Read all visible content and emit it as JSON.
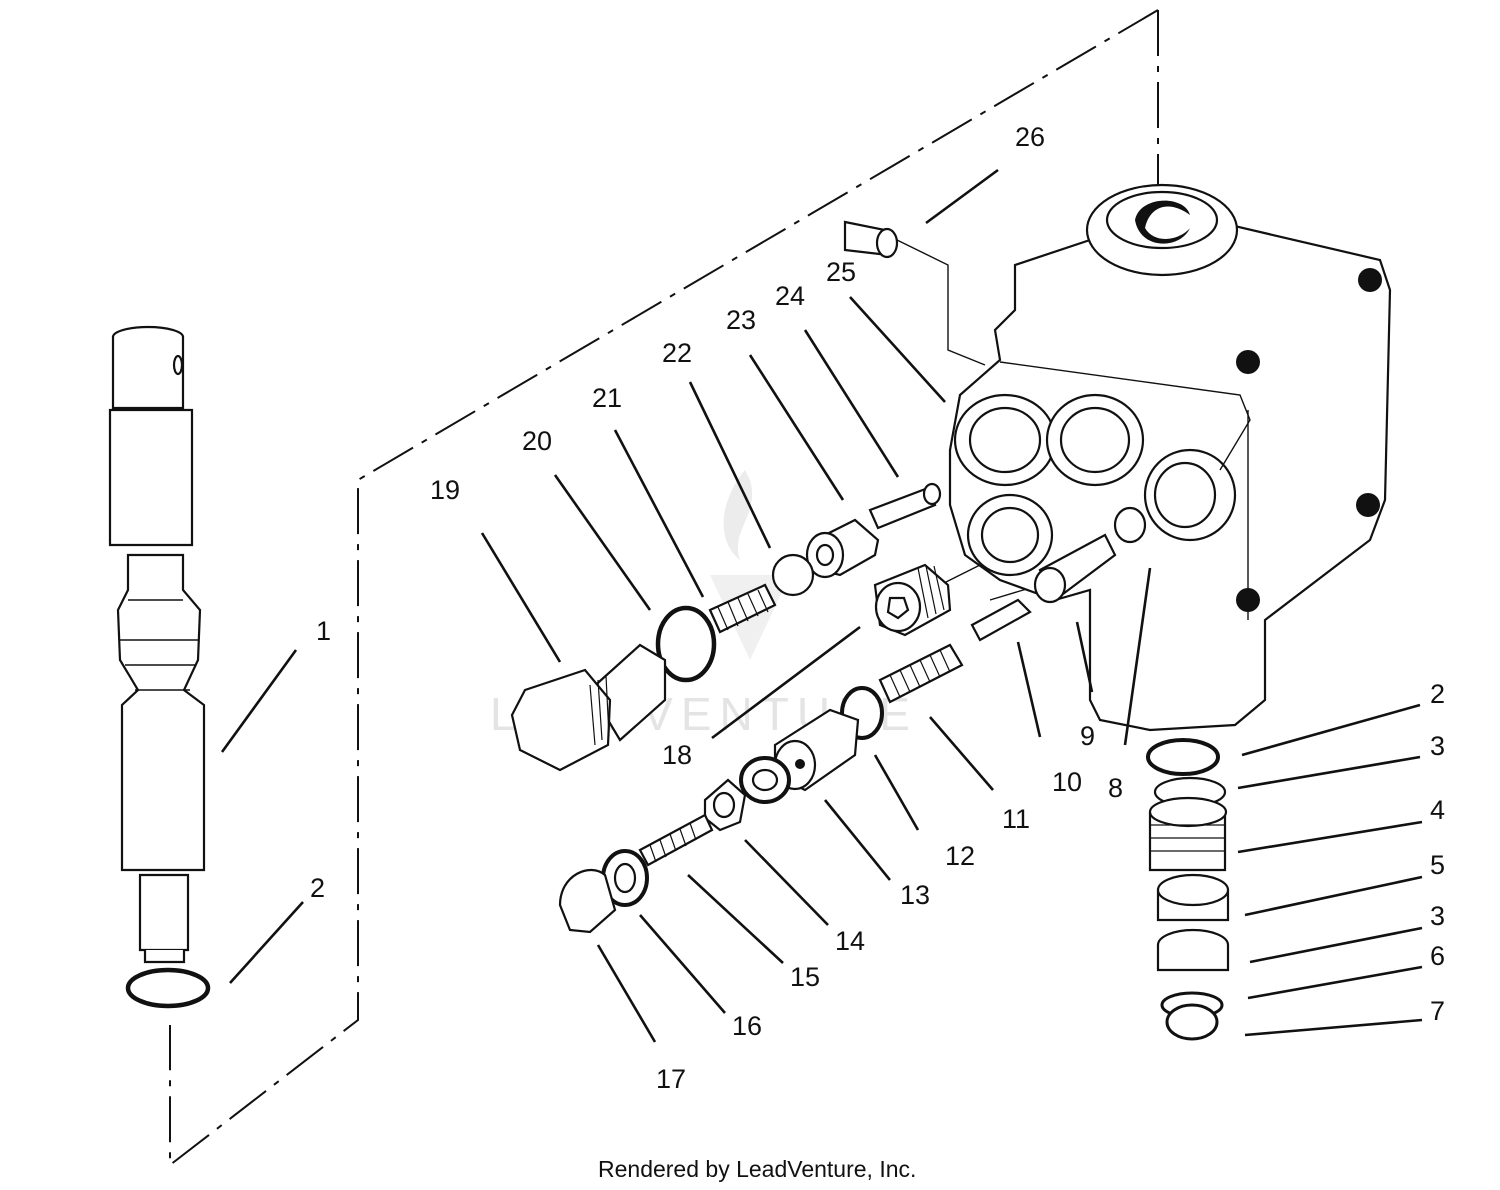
{
  "callouts": {
    "c1": "1",
    "c2a": "2",
    "c2b": "2",
    "c3a": "3",
    "c3b": "3",
    "c4": "4",
    "c5": "5",
    "c6": "6",
    "c7": "7",
    "c8": "8",
    "c9": "9",
    "c10": "10",
    "c11": "11",
    "c12": "12",
    "c13": "13",
    "c14": "14",
    "c15": "15",
    "c16": "16",
    "c17": "17",
    "c18": "18",
    "c19": "19",
    "c20": "20",
    "c21": "21",
    "c22": "22",
    "c23": "23",
    "c24": "24",
    "c25": "25",
    "c26": "26"
  },
  "watermark": "LEADVENTURE",
  "credit": "Rendered by LeadVenture, Inc."
}
